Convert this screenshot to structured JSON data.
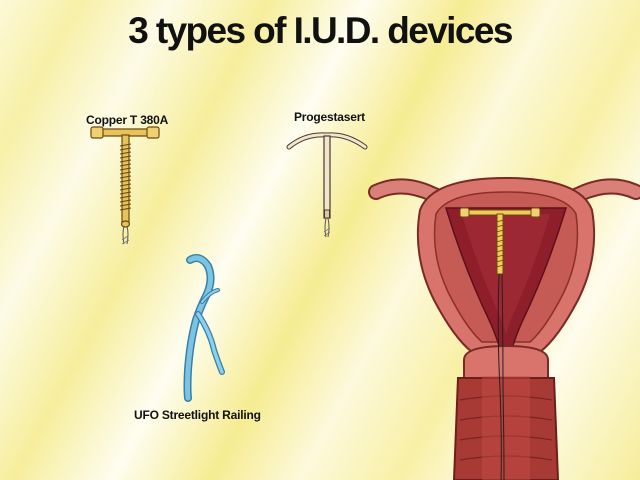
{
  "slide": {
    "title": "3 types of I.U.D. devices"
  },
  "devices": [
    {
      "label": "Copper T 380A",
      "icon": "copper-t-iud"
    },
    {
      "label": "Progestasert",
      "icon": "progestasert-iud"
    },
    {
      "label": "UFO Streetlight Railing",
      "icon": "streetlight-railing"
    }
  ],
  "illustration": {
    "icon": "uterus-with-iud-cross-section"
  },
  "colors": {
    "copper": "#e8c25a",
    "progestasert": "#f2e6cf",
    "railing": "#6fb6d8",
    "uterus_tissue": "#d9746c",
    "uterus_cavity": "#8e1f2a"
  }
}
